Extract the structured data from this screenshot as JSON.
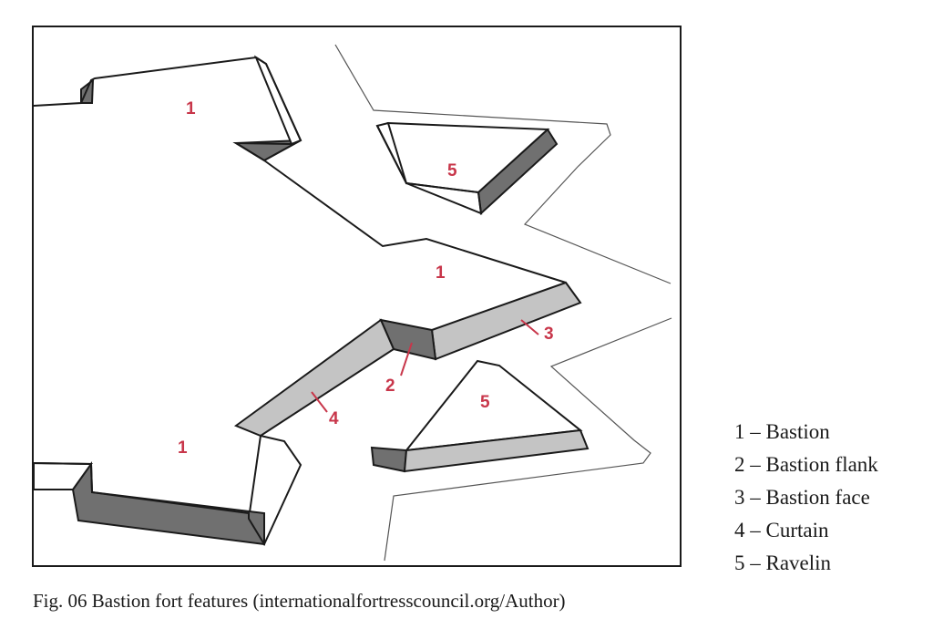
{
  "diagram": {
    "labels": {
      "bastion_top": "1",
      "bastion_center": "1",
      "bastion_bottom": "1",
      "ravelin_top": "5",
      "ravelin_bottom": "5",
      "flank": "2",
      "face": "3",
      "curtain": "4"
    },
    "colors": {
      "label": "#c8364a",
      "flank_fill": "#707070",
      "face_fill": "#c4c4c4",
      "outline": "#1a1a1a"
    }
  },
  "legend": [
    "1 – Bastion",
    "2 – Bastion flank",
    "3 – Bastion face",
    "4 – Curtain",
    "5 – Ravelin"
  ],
  "caption": "Fig. 06 Bastion fort features (internationalfortresscouncil.org/Author)"
}
